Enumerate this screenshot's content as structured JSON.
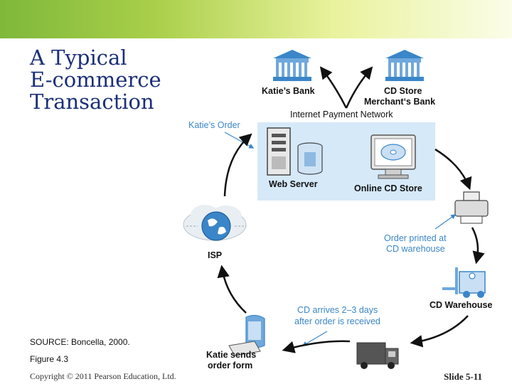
{
  "slide": {
    "title_lines": [
      "A Typical",
      "E-commerce",
      "Transaction"
    ],
    "source_note": "SOURCE: Boncella, 2000.",
    "figure_label": "Figure 4.3",
    "copyright": "Copyright © 2011 Pearson Education, Ltd.",
    "slide_number": "Slide 5-11"
  },
  "diagram": {
    "katies_bank": "Katie’s Bank",
    "cd_store_bank_line1": "CD Store",
    "cd_store_bank_line2": "Merchant‘s Bank",
    "payment_network": "Internet Payment Network",
    "katies_order": "Katie’s Order",
    "web_server": "Web Server",
    "online_cd_store": "Online CD Store",
    "order_printed_line1": "Order printed at",
    "order_printed_line2": "CD warehouse",
    "cd_warehouse": "CD Warehouse",
    "isp": "ISP",
    "cd_arrives_line1": "CD arrives 2–3 days",
    "cd_arrives_line2": "after order is received",
    "katie_sends_line1": "Katie sends",
    "katie_sends_line2": "order form"
  },
  "colors": {
    "title": "#1a2f78",
    "label_blue": "#3a86c8",
    "panel": "#d6e9f8",
    "arrow": "#111111",
    "header_green": "#7fb83a"
  }
}
